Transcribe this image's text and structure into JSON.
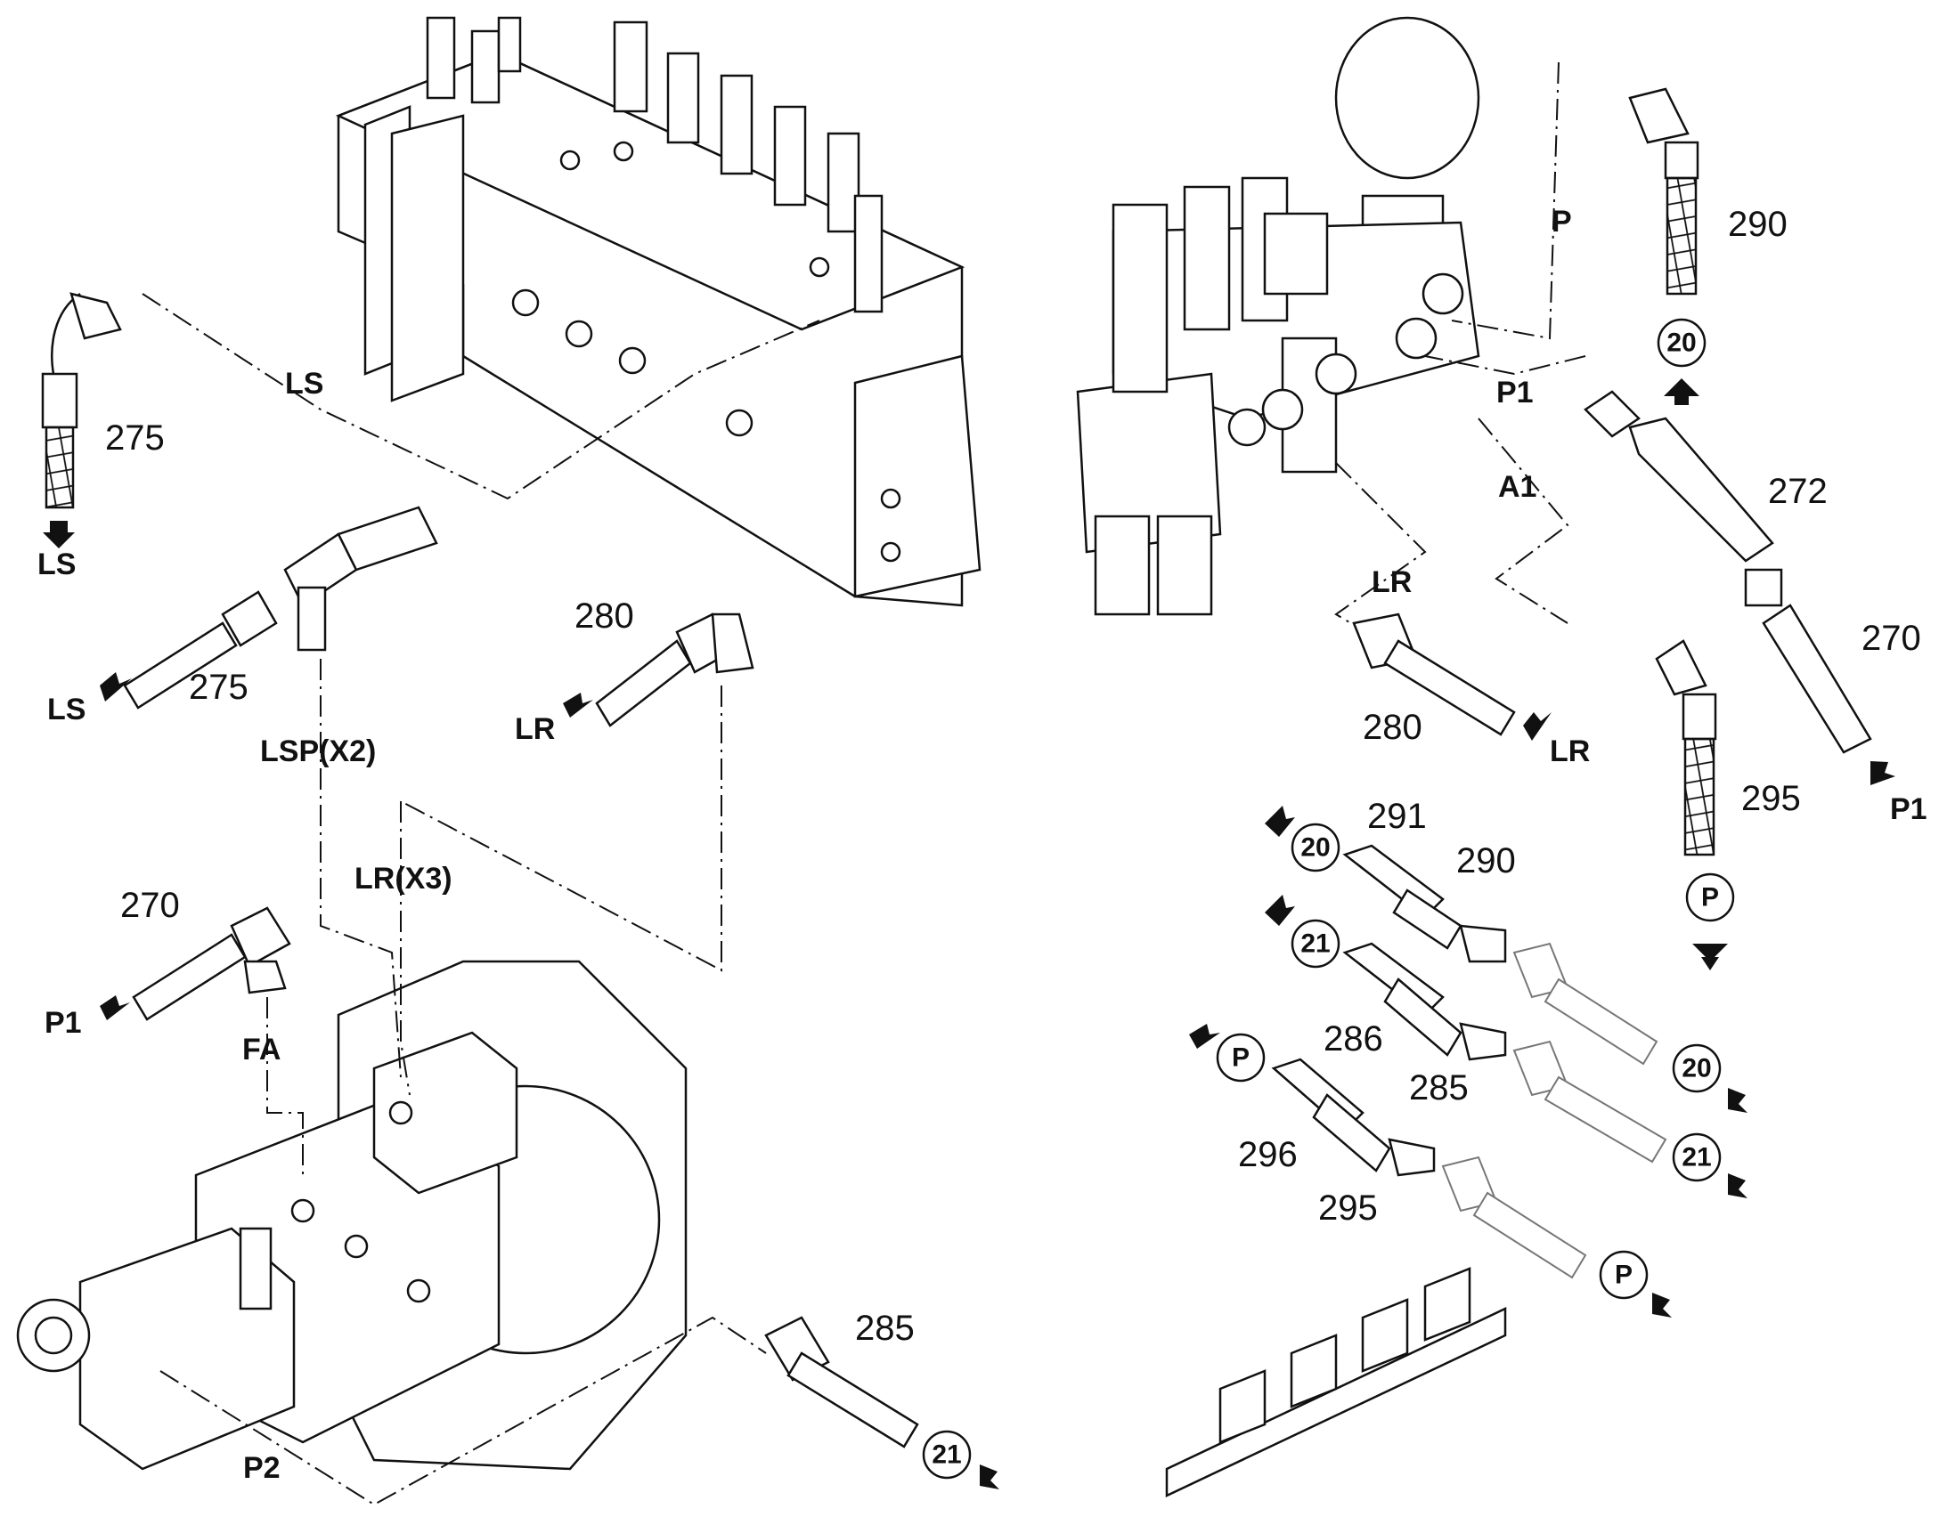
{
  "labels": {
    "n275a": "275",
    "n275b": "275",
    "n280a": "280",
    "n280b": "280",
    "n270a": "270",
    "n270b": "270",
    "n272": "272",
    "n290a": "290",
    "n290b": "290",
    "n291": "291",
    "n285a": "285",
    "n285b": "285",
    "n286": "286",
    "n295a": "295",
    "n295b": "295",
    "n296": "296",
    "ls1": "LS",
    "ls2": "LS",
    "ls3": "LS",
    "lr1": "LR",
    "lr2": "LR",
    "lr3": "LR",
    "lsp": "LSP(X2)",
    "lrx": "LR(X3)",
    "fa": "FA",
    "p1a": "P1",
    "p1b": "P1",
    "p1c": "P1",
    "p2": "P2",
    "p": "P",
    "a1": "A1"
  },
  "circles": {
    "c20a": "20",
    "c20b": "20",
    "c20c": "20",
    "c21a": "21",
    "c21b": "21",
    "c21c": "21",
    "cPa": "P",
    "cPb": "P",
    "cPc": "P"
  },
  "colors": {
    "ink": "#111111",
    "ghost": "#777777",
    "paper": "#ffffff"
  }
}
